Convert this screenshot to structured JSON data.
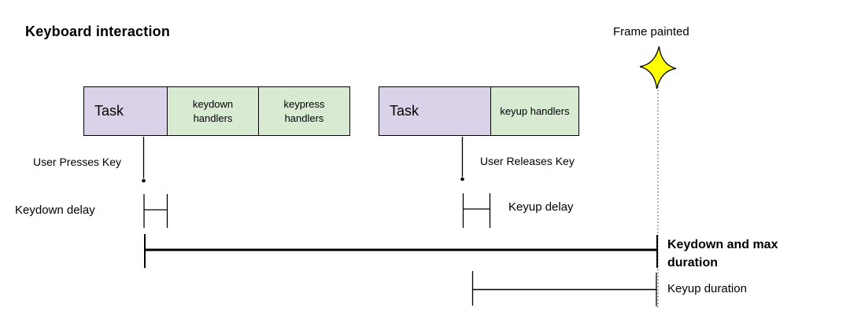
{
  "title": "Keyboard interaction",
  "frame": {
    "label": "Frame painted",
    "star_icon": "four-point-star"
  },
  "colors": {
    "task_fill": "#d9d2e9",
    "handler_fill": "#d9ead3",
    "star_fill": "#ffff00",
    "line": "#000000",
    "background": "#ffffff"
  },
  "task_groups": [
    {
      "name": "keydown-task",
      "segments": [
        {
          "label": "Task",
          "kind": "task"
        },
        {
          "label": "keydown handlers",
          "kind": "handlers"
        },
        {
          "label": "keypress handlers",
          "kind": "handlers"
        }
      ]
    },
    {
      "name": "keyup-task",
      "segments": [
        {
          "label": "Task",
          "kind": "task"
        },
        {
          "label": "keyup handlers",
          "kind": "handlers"
        }
      ]
    }
  ],
  "annotations": {
    "user_presses_key": "User Presses Key",
    "user_releases_key": "User Releases Key",
    "keydown_delay": "Keydown delay",
    "keyup_delay": "Keyup delay",
    "keydown_and_max_duration": "Keydown and max duration",
    "keyup_duration": "Keyup duration"
  }
}
